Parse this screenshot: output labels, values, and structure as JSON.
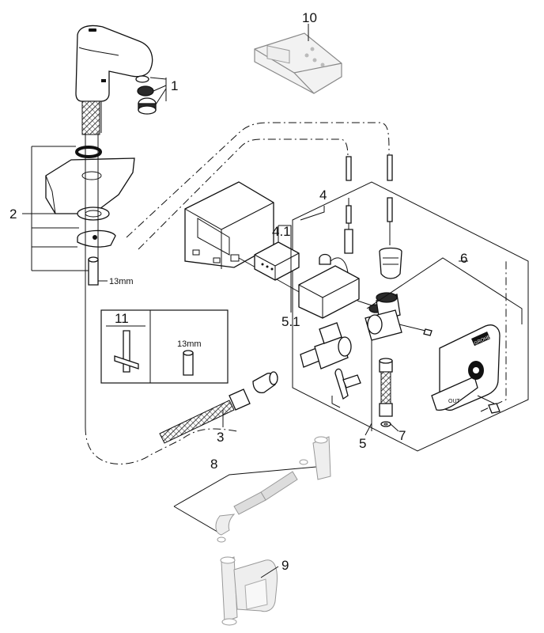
{
  "callouts": {
    "c1": "1",
    "c2": "2",
    "c3": "3",
    "c4": "4",
    "c41": "4.1",
    "c5": "5",
    "c51": "5.1",
    "c6": "6",
    "c7": "7",
    "c8": "8",
    "c9": "9",
    "c10": "10",
    "c11": "11"
  },
  "measurements": {
    "wrench_size_main": "13mm",
    "wrench_size_inset": "13mm"
  },
  "brand_marks": {
    "box_logo": "GROHE",
    "cover_tab": "OUT"
  }
}
